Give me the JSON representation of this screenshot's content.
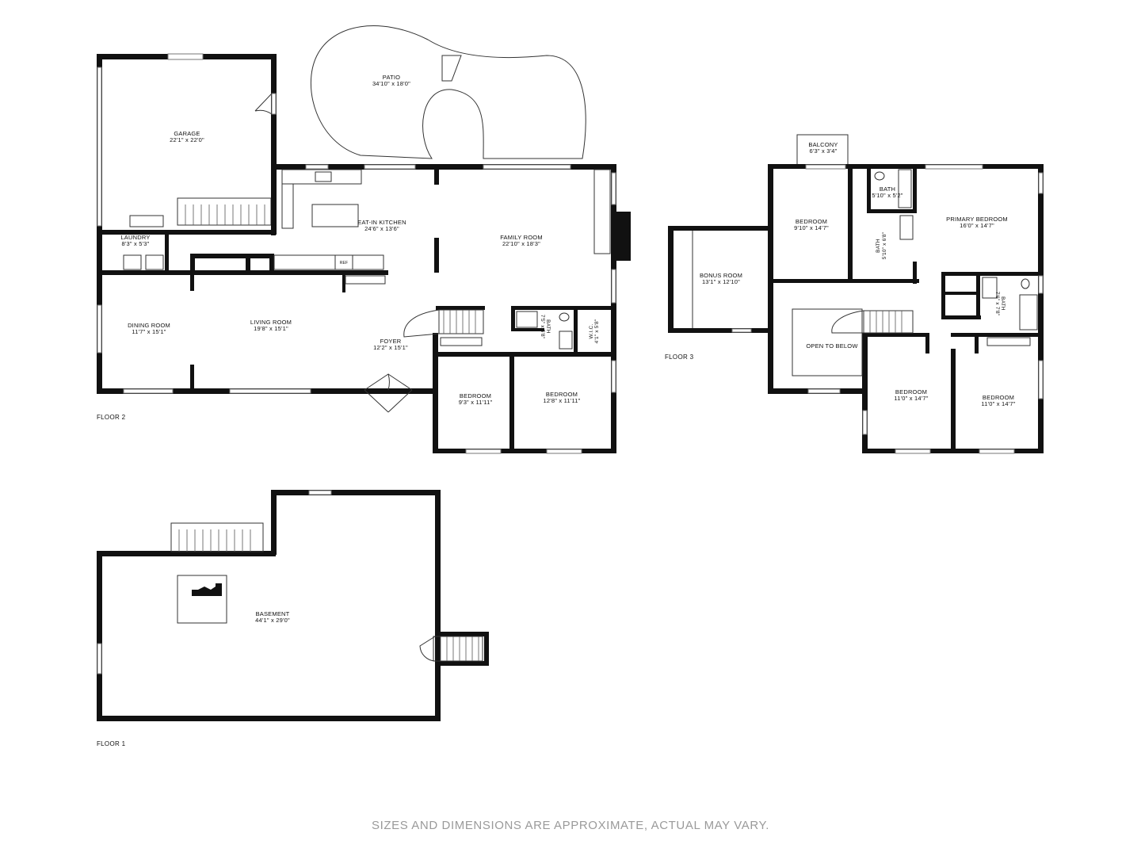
{
  "floors": {
    "floor2": {
      "label": "FLOOR 2",
      "rooms": {
        "patio": {
          "name": "PATIO",
          "dims": "34'10\" x 18'0\""
        },
        "garage": {
          "name": "GARAGE",
          "dims": "22'1\" x 22'0\""
        },
        "kitchen": {
          "name": "EAT-IN KITCHEN",
          "dims": "24'6\" x 13'6\""
        },
        "family": {
          "name": "FAMILY ROOM",
          "dims": "22'10\" x 18'3\""
        },
        "laundry": {
          "name": "LAUNDRY",
          "dims": "8'3\" x 5'3\""
        },
        "dining": {
          "name": "DINING ROOM",
          "dims": "11'7\" x 15'1\""
        },
        "living": {
          "name": "LIVING ROOM",
          "dims": "19'8\" x 15'1\""
        },
        "foyer": {
          "name": "FOYER",
          "dims": "12'2\" x 15'1\""
        },
        "bath": {
          "name": "BATH",
          "dims": "7'5\" x 5'8\""
        },
        "wic": {
          "name": "W.I.C.",
          "dims": "4'1\" x 5'8\""
        },
        "bedroom1": {
          "name": "BEDROOM",
          "dims": "9'3\" x 11'11\""
        },
        "bedroom2": {
          "name": "BEDROOM",
          "dims": "12'8\" x 11'11\""
        }
      },
      "fixtures": {
        "ref": "REF"
      }
    },
    "floor3": {
      "label": "FLOOR 3",
      "rooms": {
        "balcony": {
          "name": "BALCONY",
          "dims": "6'3\" x 3'4\""
        },
        "bedroomA": {
          "name": "BEDROOM",
          "dims": "9'10\" x 14'7\""
        },
        "bathA": {
          "name": "BATH",
          "dims": "5'10\" x 5'2\""
        },
        "bathB": {
          "name": "BATH",
          "dims": "5'10\" x 6'8\""
        },
        "primary": {
          "name": "PRIMARY BEDROOM",
          "dims": "16'0\" x 14'7\""
        },
        "bonus": {
          "name": "BONUS ROOM",
          "dims": "13'1\" x 12'10\""
        },
        "bathC": {
          "name": "BATH",
          "dims": "7'6\" x 7'8\""
        },
        "open": {
          "name": "OPEN TO BELOW",
          "dims": ""
        },
        "bedroomB": {
          "name": "BEDROOM",
          "dims": "11'0\" x 14'7\""
        },
        "bedroomC": {
          "name": "BEDROOM",
          "dims": "11'0\" x 14'7\""
        }
      }
    },
    "floor1": {
      "label": "FLOOR 1",
      "rooms": {
        "basement": {
          "name": "BASEMENT",
          "dims": "44'1\" x 29'0\""
        }
      }
    }
  },
  "disclaimer": "SIZES AND DIMENSIONS ARE APPROXIMATE, ACTUAL MAY VARY."
}
